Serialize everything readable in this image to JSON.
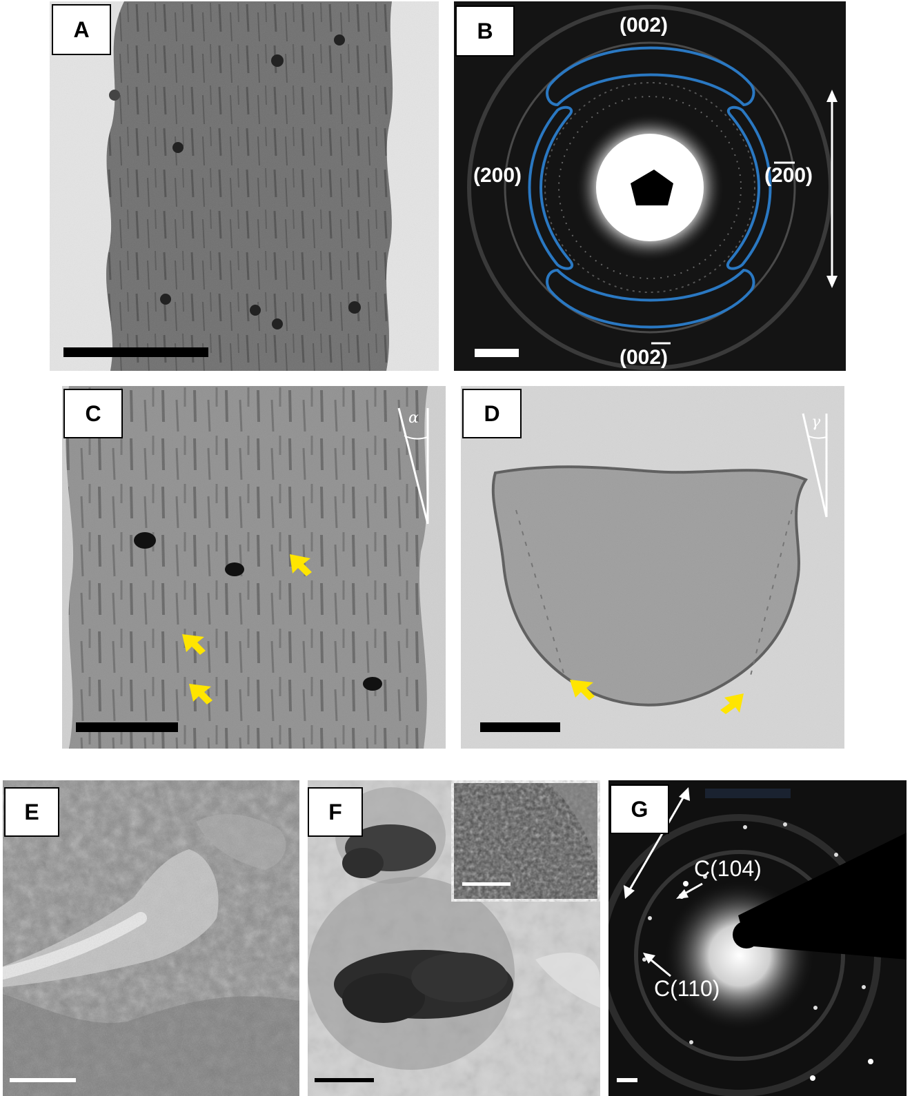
{
  "panels": {
    "A": {
      "label": "A"
    },
    "B": {
      "label": "B",
      "annotations": {
        "top": "(002)",
        "left": "(200)",
        "right": "(200)",
        "bottom": "(002)"
      }
    },
    "C": {
      "label": "C",
      "angle_symbol": "α"
    },
    "D": {
      "label": "D",
      "angle_symbol": "γ"
    },
    "E": {
      "label": "E"
    },
    "F": {
      "label": "F"
    },
    "G": {
      "label": "G",
      "annotations": {
        "upper": "C(104)",
        "lower": "C(110)"
      }
    }
  },
  "colors": {
    "ring_arcs": "#2a78c2",
    "arrows": "#ffe500",
    "scale_bar_dark": "#000000",
    "scale_bar_light": "#ffffff"
  }
}
